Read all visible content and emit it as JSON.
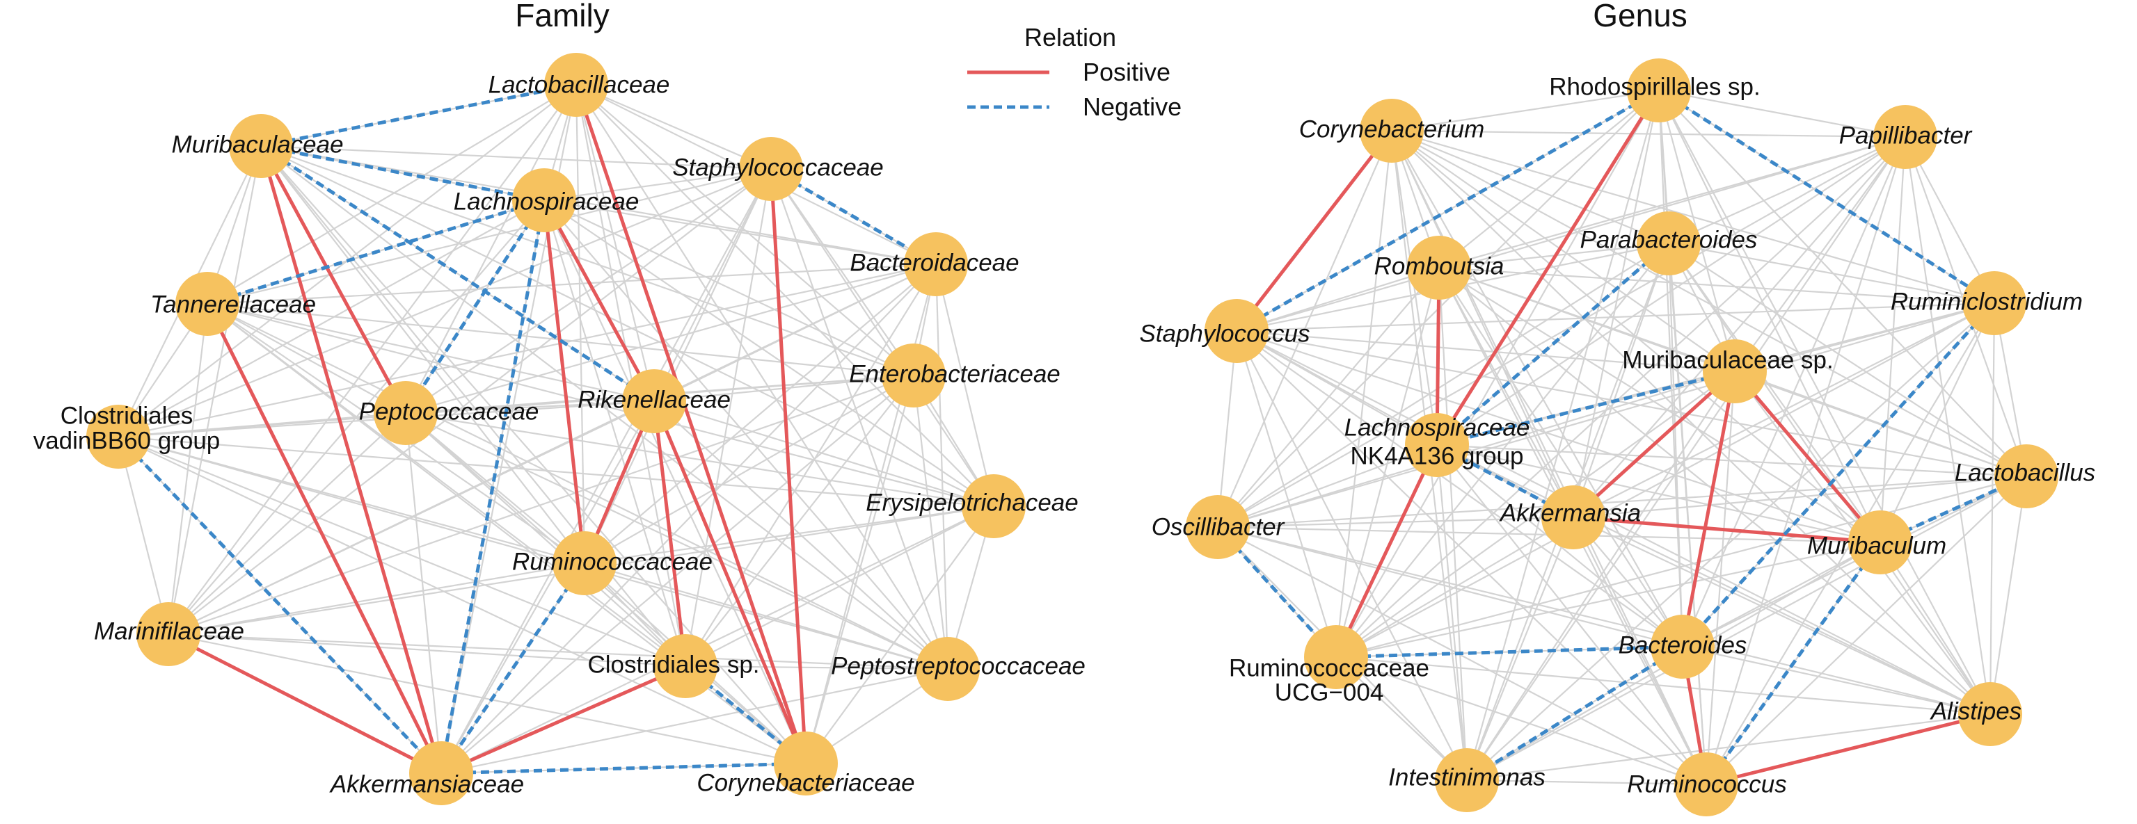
{
  "colors": {
    "node": "#F6C25F",
    "positive": "#E4585A",
    "negative": "#3B87C8",
    "background_edge": "#D3D3D3"
  },
  "legend": {
    "title": "Relation",
    "positive": "Positive",
    "negative": "Negative"
  },
  "networks": [
    {
      "id": "family",
      "title": "Family",
      "nodes": [
        {
          "id": "lactobacillaceae",
          "lines": [
            "Lactobacillaceae"
          ],
          "italic": true
        },
        {
          "id": "muribaculaceae",
          "lines": [
            "Muribaculaceae"
          ],
          "italic": true
        },
        {
          "id": "lachnospiraceae",
          "lines": [
            "Lachnospiraceae"
          ],
          "italic": true
        },
        {
          "id": "staphylococcaceae",
          "lines": [
            "Staphylococcaceae"
          ],
          "italic": true
        },
        {
          "id": "bacteroidaceae",
          "lines": [
            "Bacteroidaceae"
          ],
          "italic": true
        },
        {
          "id": "tannerellaceae",
          "lines": [
            "Tannerellaceae"
          ],
          "italic": true
        },
        {
          "id": "enterobacteriaceae",
          "lines": [
            "Enterobacteriaceae"
          ],
          "italic": true
        },
        {
          "id": "clostridiales_vadin",
          "lines": [
            "Clostridiales",
            "vadinBB60 group"
          ],
          "italic": false
        },
        {
          "id": "peptococcaceae",
          "lines": [
            "Peptococcaceae"
          ],
          "italic": true
        },
        {
          "id": "rikenellaceae",
          "lines": [
            "Rikenellaceae"
          ],
          "italic": true
        },
        {
          "id": "erysipelotrichaceae",
          "lines": [
            "Erysipelotrichaceae"
          ],
          "italic": true
        },
        {
          "id": "ruminococcaceae",
          "lines": [
            "Ruminococcaceae"
          ],
          "italic": true
        },
        {
          "id": "marinifilaceae",
          "lines": [
            "Marinifilaceae"
          ],
          "italic": true
        },
        {
          "id": "clostridiales_sp",
          "lines": [
            "Clostridiales sp."
          ],
          "italic": false
        },
        {
          "id": "peptostreptococcaceae",
          "lines": [
            "Peptostreptococcaceae"
          ],
          "italic": true
        },
        {
          "id": "akkermansiaceae",
          "lines": [
            "Akkermansiaceae"
          ],
          "italic": true
        },
        {
          "id": "corynebacteriaceae",
          "lines": [
            "Corynebacteriaceae"
          ],
          "italic": true
        }
      ],
      "positive_edges": [
        [
          "muribaculaceae",
          "peptococcaceae"
        ],
        [
          "muribaculaceae",
          "akkermansiaceae"
        ],
        [
          "lactobacillaceae",
          "corynebacteriaceae"
        ],
        [
          "lachnospiraceae",
          "rikenellaceae"
        ],
        [
          "lachnospiraceae",
          "ruminococcaceae"
        ],
        [
          "staphylococcaceae",
          "corynebacteriaceae"
        ],
        [
          "tannerellaceae",
          "akkermansiaceae"
        ],
        [
          "rikenellaceae",
          "ruminococcaceae"
        ],
        [
          "rikenellaceae",
          "clostridiales_sp"
        ],
        [
          "rikenellaceae",
          "corynebacteriaceae"
        ],
        [
          "marinifilaceae",
          "akkermansiaceae"
        ],
        [
          "clostridiales_sp",
          "akkermansiaceae"
        ]
      ],
      "negative_edges": [
        [
          "muribaculaceae",
          "lactobacillaceae"
        ],
        [
          "muribaculaceae",
          "lachnospiraceae"
        ],
        [
          "muribaculaceae",
          "rikenellaceae"
        ],
        [
          "lachnospiraceae",
          "tannerellaceae"
        ],
        [
          "lachnospiraceae",
          "peptococcaceae"
        ],
        [
          "lachnospiraceae",
          "akkermansiaceae"
        ],
        [
          "staphylococcaceae",
          "bacteroidaceae"
        ],
        [
          "clostridiales_vadin",
          "akkermansiaceae"
        ],
        [
          "ruminococcaceae",
          "akkermansiaceae"
        ],
        [
          "clostridiales_sp",
          "corynebacteriaceae"
        ],
        [
          "akkermansiaceae",
          "corynebacteriaceae"
        ]
      ]
    },
    {
      "id": "genus",
      "title": "Genus",
      "nodes": [
        {
          "id": "rhodospirillales",
          "lines": [
            "Rhodospirillales sp."
          ],
          "italic": false
        },
        {
          "id": "corynebacterium",
          "lines": [
            "Corynebacterium"
          ],
          "italic": true
        },
        {
          "id": "papillibacter",
          "lines": [
            "Papillibacter"
          ],
          "italic": true
        },
        {
          "id": "parabacteroides",
          "lines": [
            "Parabacteroides"
          ],
          "italic": true
        },
        {
          "id": "romboutsia",
          "lines": [
            "Romboutsia"
          ],
          "italic": true
        },
        {
          "id": "staphylococcus",
          "lines": [
            "Staphylococcus"
          ],
          "italic": true
        },
        {
          "id": "ruminiclostridium",
          "lines": [
            "Ruminiclostridium"
          ],
          "italic": true
        },
        {
          "id": "muribaculaceae_sp",
          "lines": [
            "Muribaculaceae sp."
          ],
          "italic": false
        },
        {
          "id": "lachno_nk4a136",
          "lines": [
            "Lachnospiraceae",
            "NK4A136 group"
          ],
          "italic": false
        },
        {
          "id": "lactobacillus",
          "lines": [
            "Lactobacillus"
          ],
          "italic": true
        },
        {
          "id": "oscillibacter",
          "lines": [
            "Oscillibacter"
          ],
          "italic": true
        },
        {
          "id": "akkermansia",
          "lines": [
            "Akkermansia"
          ],
          "italic": true
        },
        {
          "id": "muribaculum",
          "lines": [
            "Muribaculum"
          ],
          "italic": true
        },
        {
          "id": "bacteroides",
          "lines": [
            "Bacteroides"
          ],
          "italic": true
        },
        {
          "id": "rumino_ucg004",
          "lines": [
            "Ruminococcaceae",
            "UCG−004"
          ],
          "italic": false
        },
        {
          "id": "alistipes",
          "lines": [
            "Alistipes"
          ],
          "italic": true
        },
        {
          "id": "intestinimonas",
          "lines": [
            "Intestinimonas"
          ],
          "italic": true
        },
        {
          "id": "ruminococcus",
          "lines": [
            "Ruminococcus"
          ],
          "italic": true
        }
      ],
      "positive_edges": [
        [
          "corynebacterium",
          "staphylococcus"
        ],
        [
          "rhodospirillales",
          "lachno_nk4a136"
        ],
        [
          "romboutsia",
          "lachno_nk4a136"
        ],
        [
          "lachno_nk4a136",
          "rumino_ucg004"
        ],
        [
          "muribaculaceae_sp",
          "akkermansia"
        ],
        [
          "muribaculaceae_sp",
          "muribaculum"
        ],
        [
          "muribaculaceae_sp",
          "bacteroides"
        ],
        [
          "akkermansia",
          "muribaculum"
        ],
        [
          "bacteroides",
          "ruminococcus"
        ],
        [
          "ruminococcus",
          "alistipes"
        ]
      ],
      "negative_edges": [
        [
          "rhodospirillales",
          "staphylococcus"
        ],
        [
          "rhodospirillales",
          "ruminiclostridium"
        ],
        [
          "parabacteroides",
          "lachno_nk4a136"
        ],
        [
          "muribaculaceae_sp",
          "lachno_nk4a136"
        ],
        [
          "lachno_nk4a136",
          "akkermansia"
        ],
        [
          "oscillibacter",
          "rumino_ucg004"
        ],
        [
          "rumino_ucg004",
          "bacteroides"
        ],
        [
          "ruminiclostridium",
          "bacteroides"
        ],
        [
          "bacteroides",
          "intestinimonas"
        ],
        [
          "muribaculum",
          "lactobacillus"
        ],
        [
          "muribaculum",
          "ruminococcus"
        ]
      ]
    }
  ]
}
